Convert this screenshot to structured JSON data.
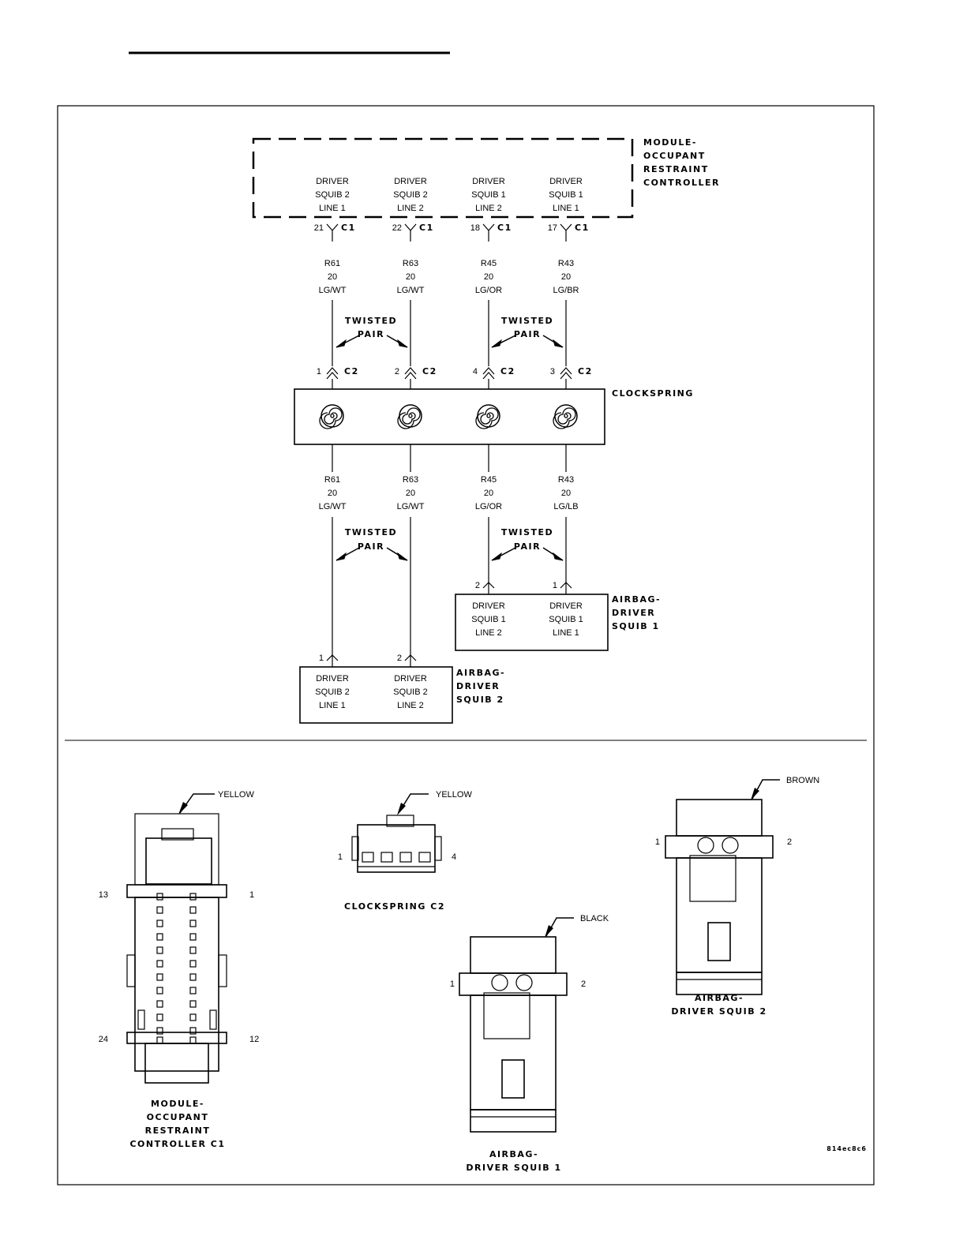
{
  "module": {
    "title": [
      "MODULE-",
      "OCCUPANT",
      "RESTRAINT",
      "CONTROLLER"
    ],
    "circuits": [
      {
        "lines": [
          "DRIVER",
          "SQUIB 2",
          "LINE 1"
        ],
        "pin": "21",
        "conn": "C1"
      },
      {
        "lines": [
          "DRIVER",
          "SQUIB 2",
          "LINE 2"
        ],
        "pin": "22",
        "conn": "C1"
      },
      {
        "lines": [
          "DRIVER",
          "SQUIB 1",
          "LINE 2"
        ],
        "pin": "18",
        "conn": "C1"
      },
      {
        "lines": [
          "DRIVER",
          "SQUIB 1",
          "LINE 1"
        ],
        "pin": "17",
        "conn": "C1"
      }
    ]
  },
  "upper_wires": [
    [
      "R61",
      "20",
      "LG/WT"
    ],
    [
      "R63",
      "20",
      "LG/WT"
    ],
    [
      "R45",
      "20",
      "LG/OR"
    ],
    [
      "R43",
      "20",
      "LG/BR"
    ]
  ],
  "twisted_pair": [
    "TWISTED",
    "PAIR"
  ],
  "clockspring": {
    "title": "CLOCKSPRING",
    "pins": [
      {
        "pin": "1",
        "conn": "C2"
      },
      {
        "pin": "2",
        "conn": "C2"
      },
      {
        "pin": "4",
        "conn": "C2"
      },
      {
        "pin": "3",
        "conn": "C2"
      }
    ]
  },
  "lower_wires": [
    [
      "R61",
      "20",
      "LG/WT"
    ],
    [
      "R63",
      "20",
      "LG/WT"
    ],
    [
      "R45",
      "20",
      "LG/OR"
    ],
    [
      "R43",
      "20",
      "LG/LB"
    ]
  ],
  "squib1": {
    "title": [
      "AIRBAG-",
      "DRIVER",
      "SQUIB 1"
    ],
    "pins": [
      "2",
      "1"
    ],
    "cells": [
      [
        "DRIVER",
        "SQUIB 1",
        "LINE 2"
      ],
      [
        "DRIVER",
        "SQUIB 1",
        "LINE 1"
      ]
    ]
  },
  "squib2": {
    "title": [
      "AIRBAG-",
      "DRIVER",
      "SQUIB 2"
    ],
    "pins": [
      "1",
      "2"
    ],
    "cells": [
      [
        "DRIVER",
        "SQUIB 2",
        "LINE 1"
      ],
      [
        "DRIVER",
        "SQUIB 2",
        "LINE 2"
      ]
    ]
  },
  "connectors": {
    "orc_c1": {
      "color": "YELLOW",
      "pins": [
        "13",
        "1",
        "24",
        "12"
      ],
      "caption": [
        "MODULE-",
        "OCCUPANT",
        "RESTRAINT",
        "CONTROLLER C1"
      ]
    },
    "clockspring_c2": {
      "color": "YELLOW",
      "pins": [
        "1",
        "4"
      ],
      "caption": [
        "CLOCKSPRING C2"
      ]
    },
    "squib1_conn": {
      "color": "BLACK",
      "pins": [
        "1",
        "2"
      ],
      "caption": [
        "AIRBAG-",
        "DRIVER SQUIB 1"
      ]
    },
    "squib2_conn": {
      "color": "BROWN",
      "pins": [
        "1",
        "2"
      ],
      "caption": [
        "AIRBAG-",
        "DRIVER SQUIB 2"
      ]
    }
  },
  "figure_id": "814ec8c6"
}
